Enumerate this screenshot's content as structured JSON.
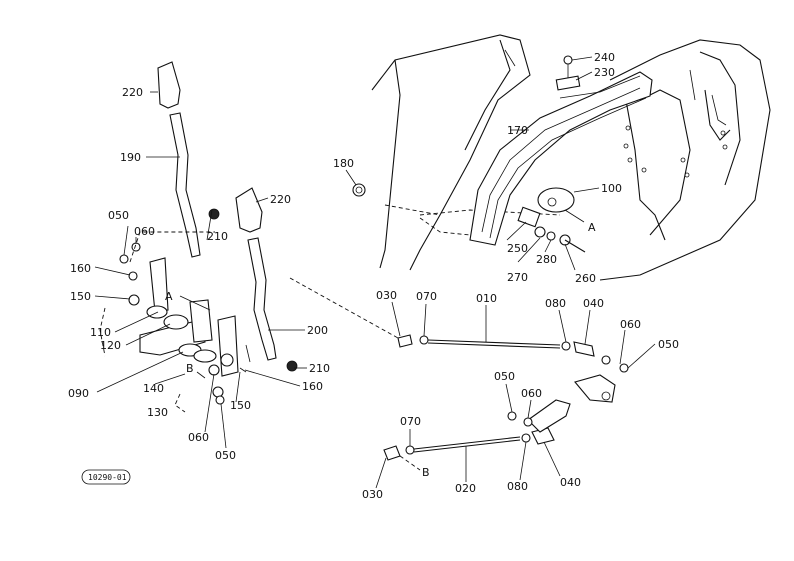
{
  "diagram": {
    "drawing_code": "10290-01",
    "callouts": {
      "c220a": "220",
      "c190": "190",
      "c220b": "220",
      "c050a": "050",
      "c060a": "060",
      "c210a": "210",
      "c160a": "160",
      "c150a": "150",
      "c110": "110",
      "c120": "120",
      "c090": "090",
      "cA1": "A",
      "c200": "200",
      "c210b": "210",
      "c160b": "160",
      "c150b": "150",
      "cB1": "B",
      "c140": "140",
      "c130": "130",
      "c060b": "060",
      "c050b": "050",
      "c240": "240",
      "c230": "230",
      "c170": "170",
      "c180": "180",
      "c100": "100",
      "cA2": "A",
      "c250": "250",
      "c270": "270",
      "c280": "280",
      "c260": "260",
      "c030a": "030",
      "c070a": "070",
      "c010": "010",
      "c080a": "080",
      "c040a": "040",
      "c060c": "060",
      "c050c": "050",
      "c050d": "050",
      "c060d": "060",
      "c070b": "070",
      "cB2": "B",
      "c030b": "030",
      "c020": "020",
      "c080b": "080",
      "c040b": "040"
    }
  }
}
